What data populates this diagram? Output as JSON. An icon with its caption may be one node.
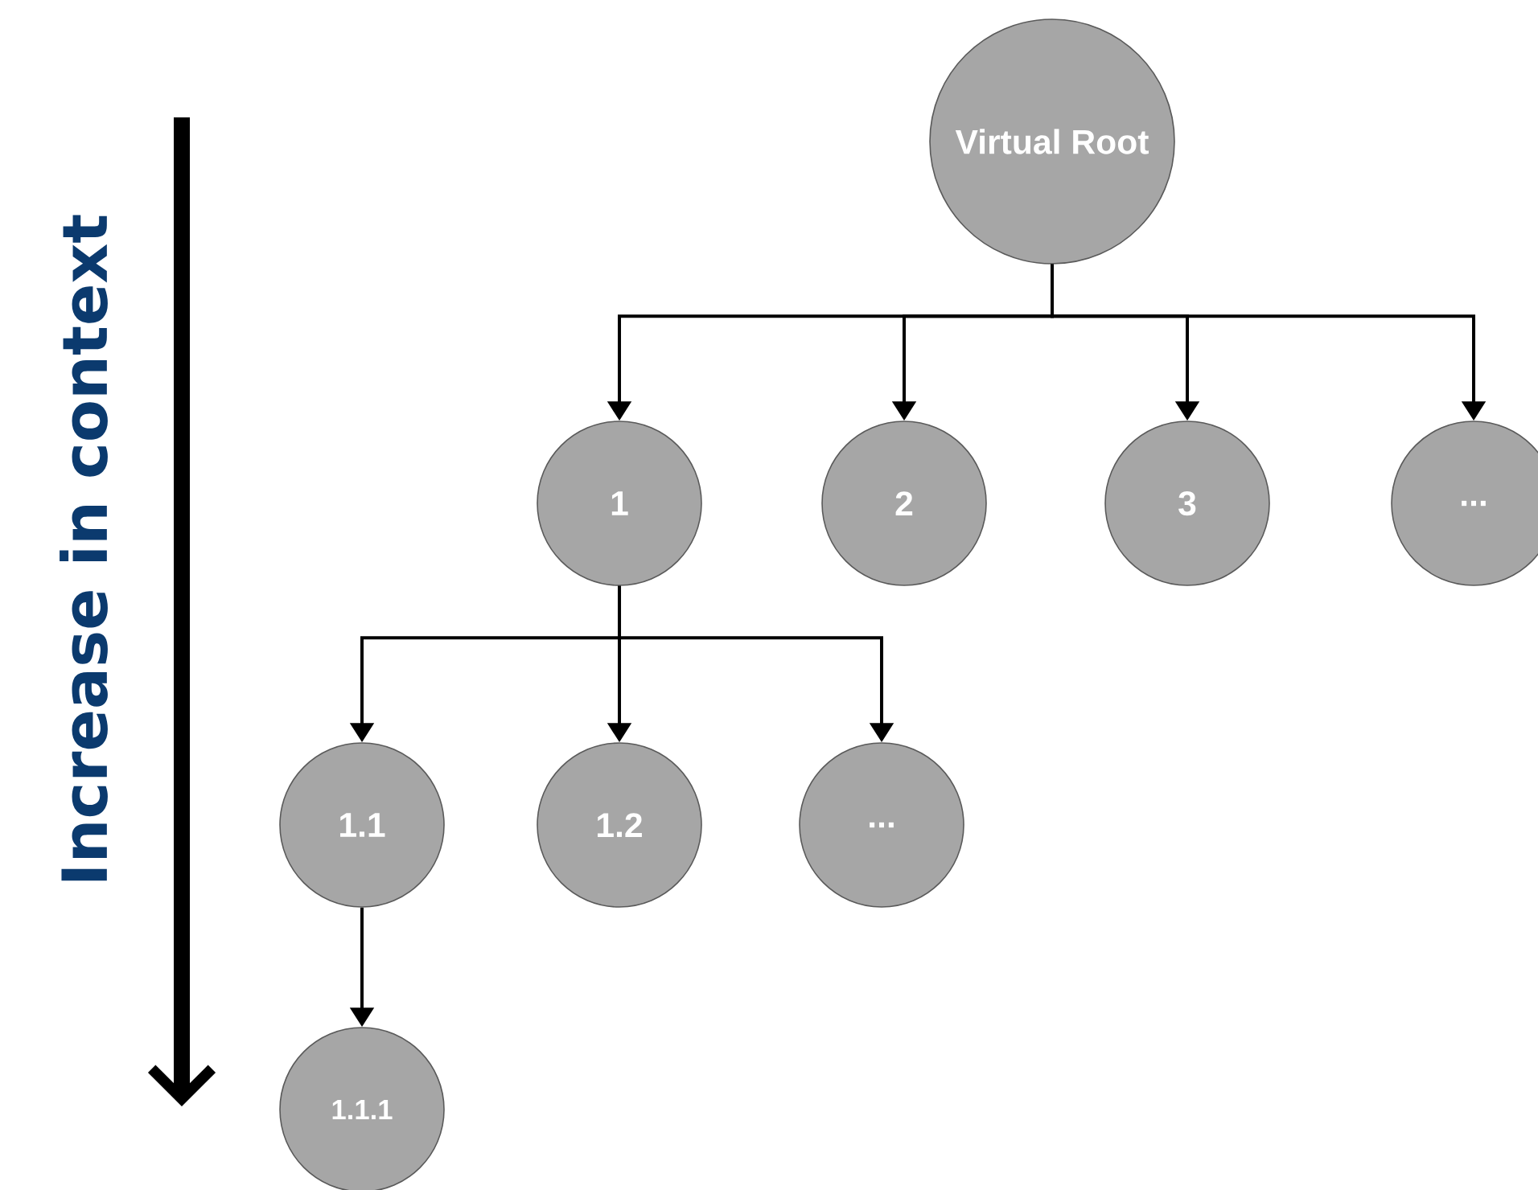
{
  "diagram": {
    "nodes": [
      {
        "text": [
          "Virtual Root"
        ]
      },
      {
        "text": [
          "1"
        ]
      },
      {
        "text": [
          "2"
        ]
      },
      {
        "text": [
          "3"
        ]
      },
      {
        "text": [
          "..."
        ]
      },
      {
        "text": [
          "1.1"
        ]
      },
      {
        "text": [
          "1.2"
        ]
      },
      {
        "text": [
          "..."
        ]
      },
      {
        "text": [
          "1.1.1"
        ]
      }
    ],
    "edges": [
      {
        "from": 0,
        "to": 1,
        "arrow": "to"
      },
      {
        "from": 0,
        "to": 2,
        "arrow": "to"
      },
      {
        "from": 0,
        "to": 3,
        "arrow": "to"
      },
      {
        "from": 0,
        "to": 4,
        "arrow": "to"
      },
      {
        "from": 1,
        "to": 5,
        "arrow": "to"
      },
      {
        "from": 1,
        "to": 6,
        "arrow": "to"
      },
      {
        "from": 1,
        "to": 7,
        "arrow": "to"
      },
      {
        "from": 5,
        "to": 8,
        "arrow": "to"
      }
    ],
    "labels": [
      "Increase in context"
    ]
  }
}
